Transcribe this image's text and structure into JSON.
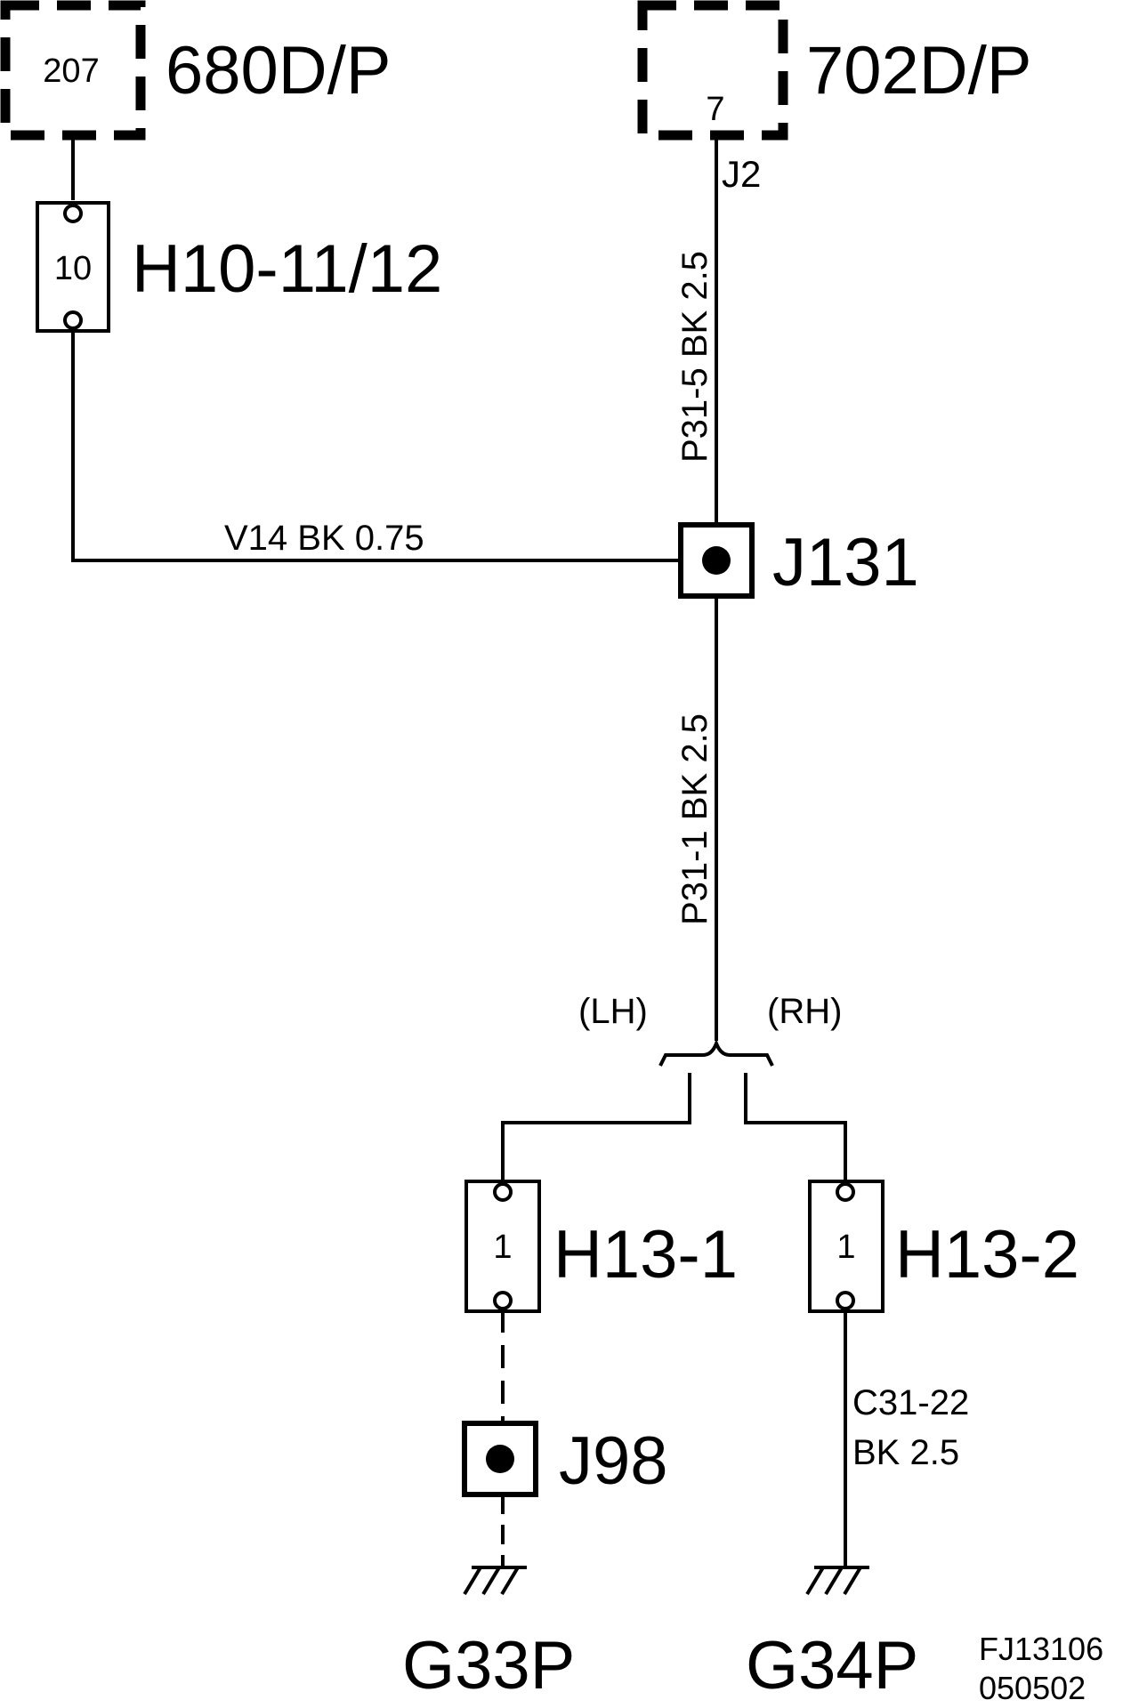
{
  "components": {
    "c680": {
      "pin": "207",
      "label": "680D/P"
    },
    "c702": {
      "pin": "7",
      "label": "702D/P",
      "connector": "J2"
    },
    "h10": {
      "pin": "10",
      "label": "H10-11/12"
    },
    "h13_1": {
      "pin": "1",
      "label": "H13-1"
    },
    "h13_2": {
      "pin": "1",
      "label": "H13-2"
    }
  },
  "splices": {
    "j131": "J131",
    "j98": "J98"
  },
  "grounds": {
    "g33p": "G33P",
    "g34p": "G34P"
  },
  "wires": {
    "upper": "P31-5  BK  2.5",
    "lower": "P31-1  BK  2.5",
    "v14": "V14   BK  0.75",
    "c31_line1": "C31-22",
    "c31_line2": "BK  2.5"
  },
  "branch": {
    "left": "(LH)",
    "right": "(RH)"
  },
  "reference": {
    "code": "FJ13106",
    "date": "050502"
  }
}
